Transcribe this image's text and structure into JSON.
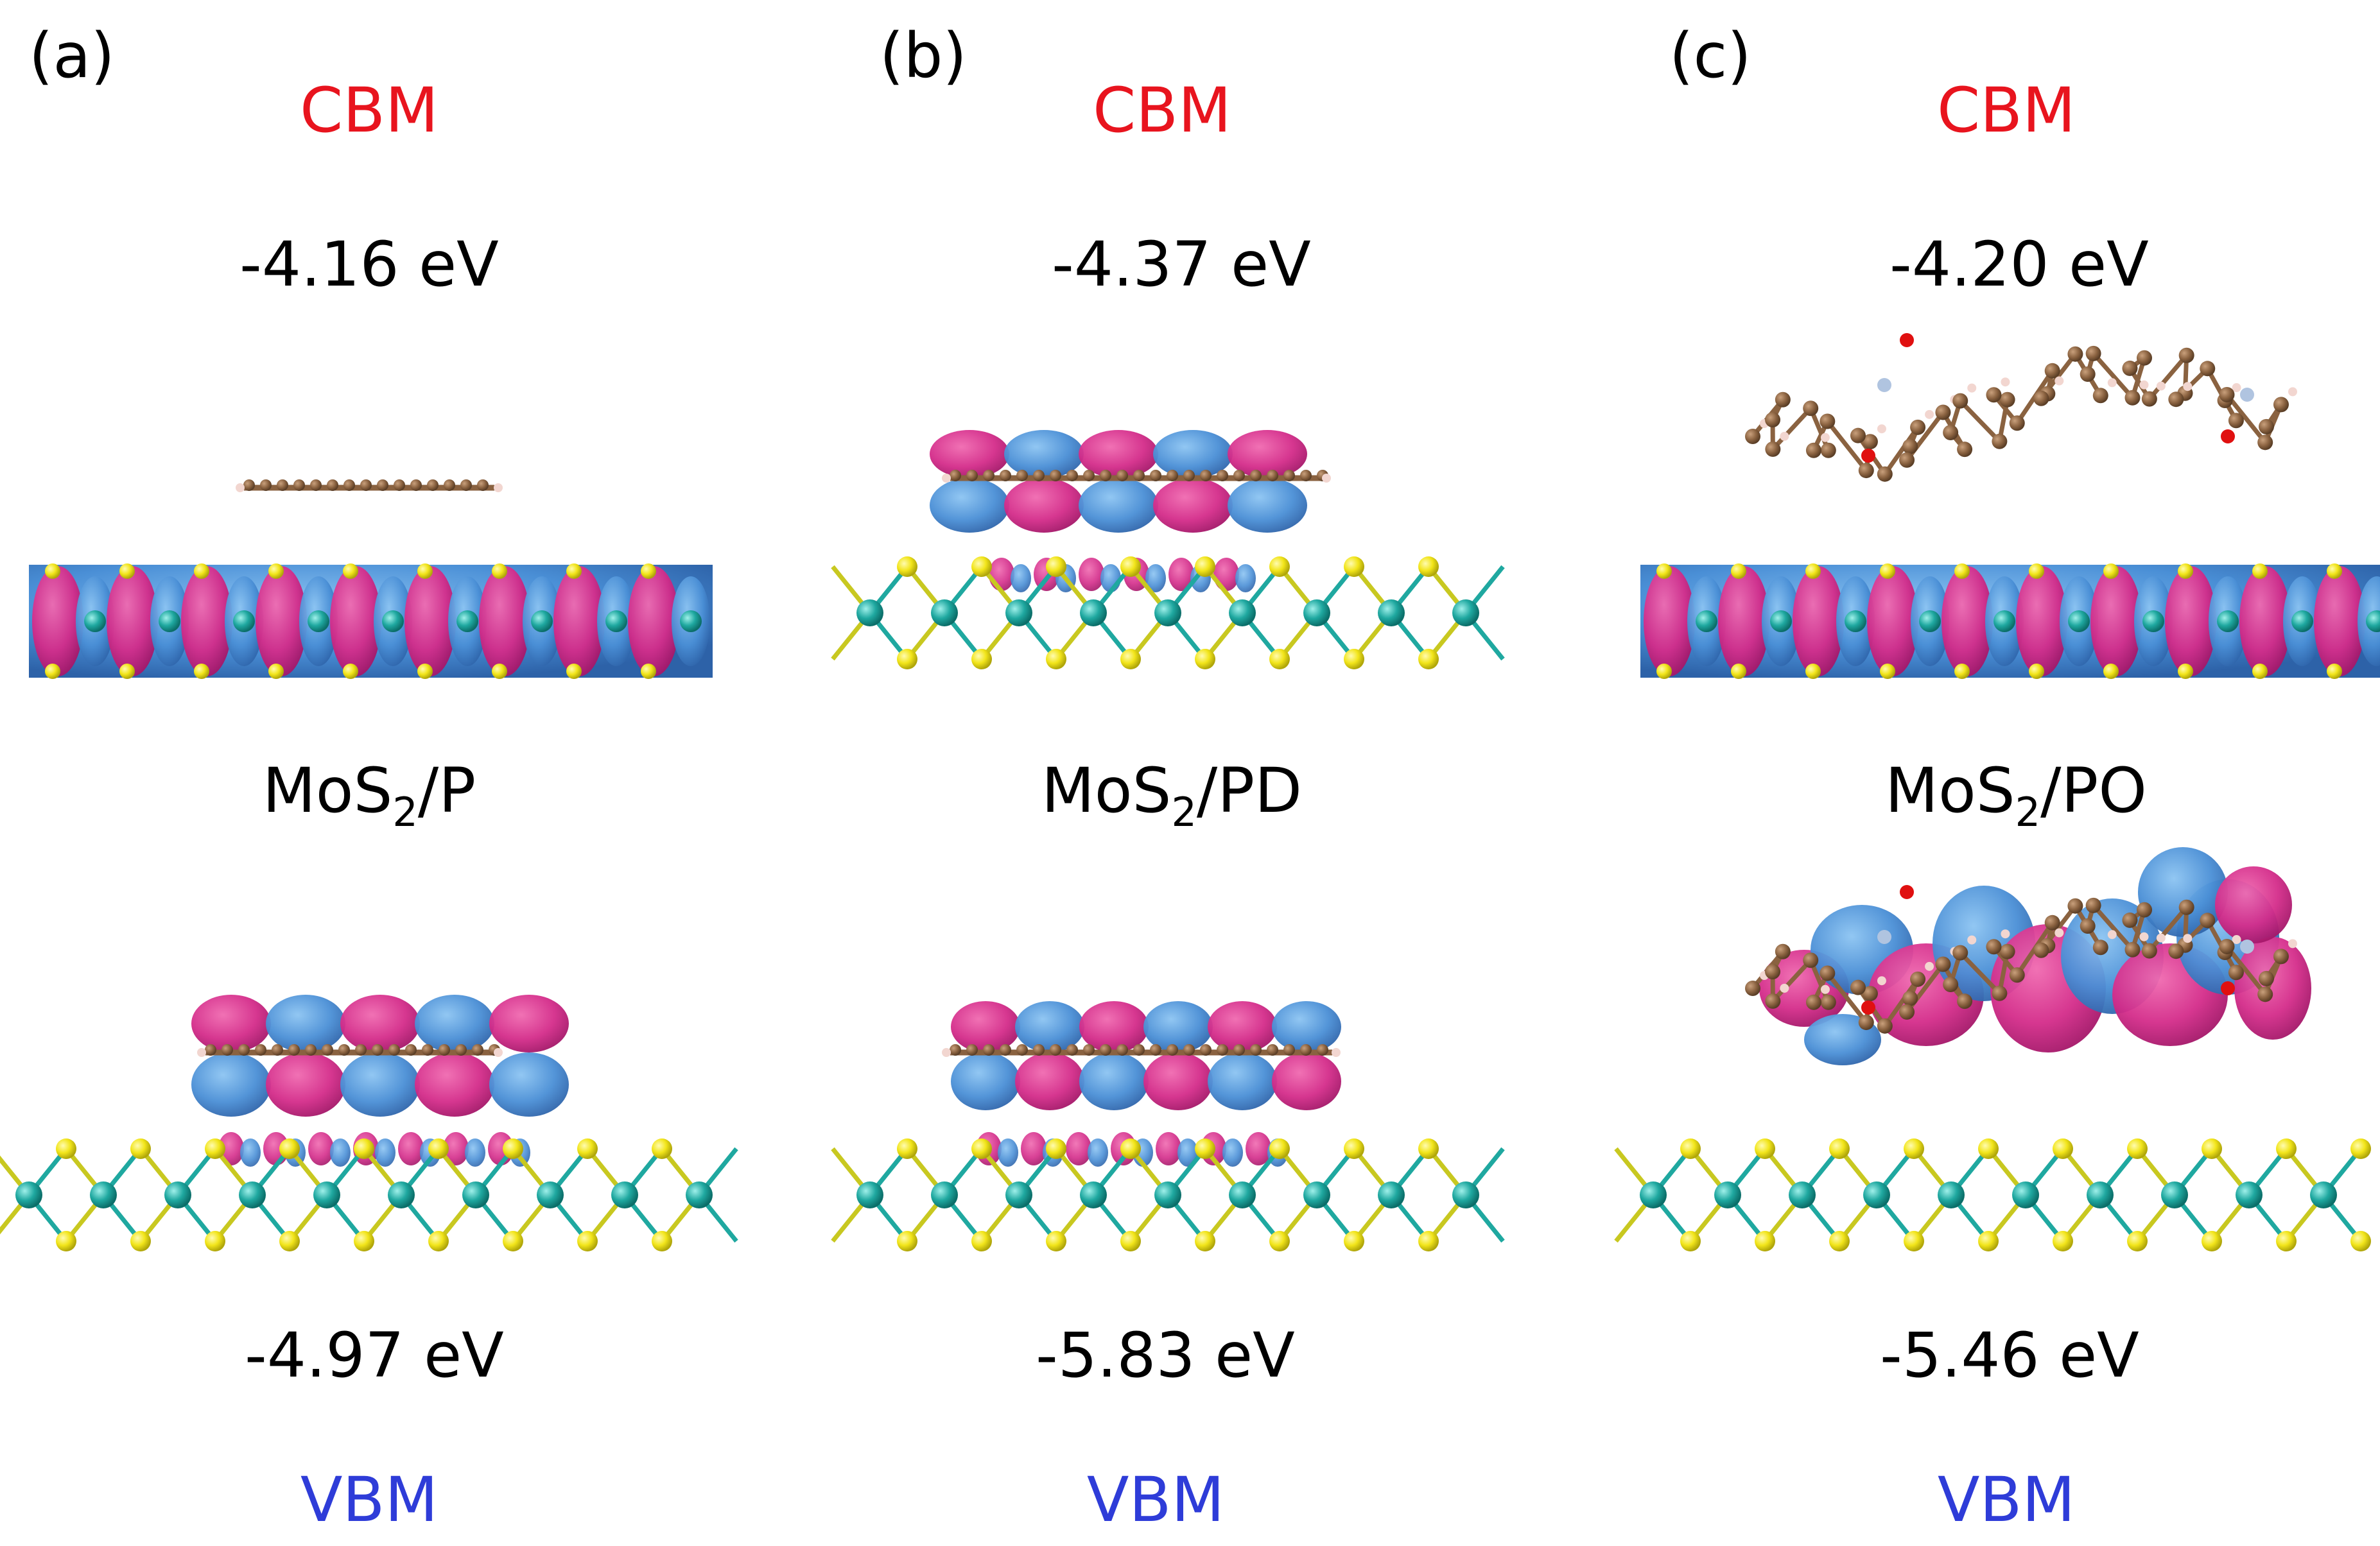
{
  "panels": [
    {
      "id": "a",
      "panel_label": "(a)",
      "cbm_label": "CBM",
      "cbm_energy": "-4.16 eV",
      "system_base": "MoS",
      "system_sub": "2",
      "system_suffix": "/P",
      "vbm_energy": "-4.97 eV",
      "vbm_label": "VBM"
    },
    {
      "id": "b",
      "panel_label": "(b)",
      "cbm_label": "CBM",
      "cbm_energy": "-4.37 eV",
      "system_base": "MoS",
      "system_sub": "2",
      "system_suffix": "/PD",
      "vbm_energy": "-5.83 eV",
      "vbm_label": "VBM"
    },
    {
      "id": "c",
      "panel_label": "(c)",
      "cbm_label": "CBM",
      "cbm_energy": "-4.20 eV",
      "system_base": "MoS",
      "system_sub": "2",
      "system_suffix": "/PO",
      "vbm_energy": "-5.46 eV",
      "vbm_label": "VBM"
    }
  ],
  "colors": {
    "cbm": "#e8141e",
    "vbm": "#2e3cd8",
    "text": "#000000",
    "orbital_magenta": "#d42c8a",
    "orbital_blue": "#4a8fd6",
    "mo_atom": "#1fa8a0",
    "s_atom": "#f4ec1a",
    "c_atom": "#8a6240",
    "h_atom": "#f2d6d0",
    "o_atom": "#e01010",
    "n_atom": "#b0c4e0"
  }
}
